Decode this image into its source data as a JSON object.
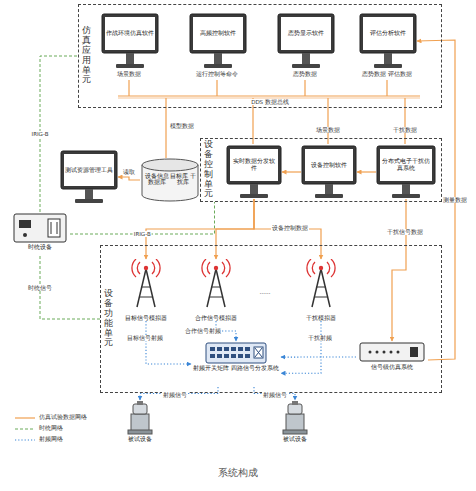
{
  "diagram": {
    "caption": "系统构成",
    "nodes": [
      {
        "text": [
          "仿真应用单元"
        ]
      },
      {
        "text": [
          "作战环境仿真软件"
        ],
        "in": 0
      },
      {
        "text": [
          "高频控制软件"
        ],
        "in": 0
      },
      {
        "text": [
          "态势显示软件"
        ],
        "in": 0
      },
      {
        "text": [
          "评估分析软件"
        ],
        "in": 0
      },
      {
        "text": [
          "设备控制单元"
        ]
      },
      {
        "text": [
          "实时数据分发软件"
        ],
        "in": 5
      },
      {
        "text": [
          "设备控制软件"
        ],
        "in": 5
      },
      {
        "text": [
          "分布式电子干扰仿真系统"
        ],
        "in": 5
      },
      {
        "text": [
          "测试资源管理工具"
        ]
      },
      {
        "text": [
          "设备信息数据库",
          "目标库 干扰库"
        ]
      },
      {
        "text": [
          "时统设备"
        ]
      },
      {
        "text": [
          "设备功能单元"
        ]
      },
      {
        "text": [
          "目标信号模拟器"
        ],
        "in": 12
      },
      {
        "text": [
          "合作信号模拟器"
        ],
        "in": 12
      },
      {
        "text": [
          "干扰模拟器"
        ],
        "in": 12
      },
      {
        "text": [
          "射频开关矩阵 四路信号分发系统"
        ],
        "in": 12
      },
      {
        "text": [
          "信号级仿真系统"
        ],
        "in": 12
      },
      {
        "text": [
          "被试设备"
        ]
      },
      {
        "text": [
          "被试设备"
        ]
      }
    ],
    "edges": [
      {
        "from": 10,
        "to": 9,
        "arrow": "to",
        "label": "读取"
      },
      {
        "from": 11,
        "to": 0,
        "arrow": "none",
        "label": "IRIG-B"
      },
      {
        "from": 11,
        "to": 5,
        "arrow": "none",
        "label": "IRIG-B"
      },
      {
        "from": 11,
        "to": 12,
        "arrow": "none",
        "label": "时统信号"
      },
      {
        "from": 6,
        "to": 13,
        "arrow": "to",
        "label": "设备控制数据"
      },
      {
        "from": 6,
        "to": 14,
        "arrow": "to"
      },
      {
        "from": 6,
        "to": 15,
        "arrow": "to"
      },
      {
        "from": 7,
        "to": 6,
        "arrow": "to"
      },
      {
        "from": 8,
        "to": 7,
        "arrow": "to"
      },
      {
        "from": 8,
        "to": 17,
        "arrow": "to",
        "label": "干扰信号数据"
      },
      {
        "from": 17,
        "to": 4,
        "arrow": "to",
        "label": "测量数据"
      },
      {
        "from": 13,
        "to": 16,
        "arrow": "to",
        "label": "目标信号射频"
      },
      {
        "from": 14,
        "to": 16,
        "arrow": "to",
        "label": "合作信号射频"
      },
      {
        "from": 15,
        "to": 16,
        "arrow": "to",
        "label": "干扰射频"
      },
      {
        "from": 17,
        "to": 16,
        "arrow": "to"
      },
      {
        "from": 16,
        "to": 18,
        "arrow": "to",
        "label": "射频信号"
      },
      {
        "from": 16,
        "to": 19,
        "arrow": "to",
        "label": "射频信号"
      }
    ],
    "labels": [
      "场景数据",
      "运行控制等命令",
      "态势数据",
      "态势数据 评估数据",
      "DDS 数据总线",
      "模型数据",
      "场景数据",
      "干扰数据",
      "……"
    ],
    "legend": [
      {
        "text": "仿真试验数据网络"
      },
      {
        "text": "时统网络"
      },
      {
        "text": "射频网络"
      }
    ]
  }
}
